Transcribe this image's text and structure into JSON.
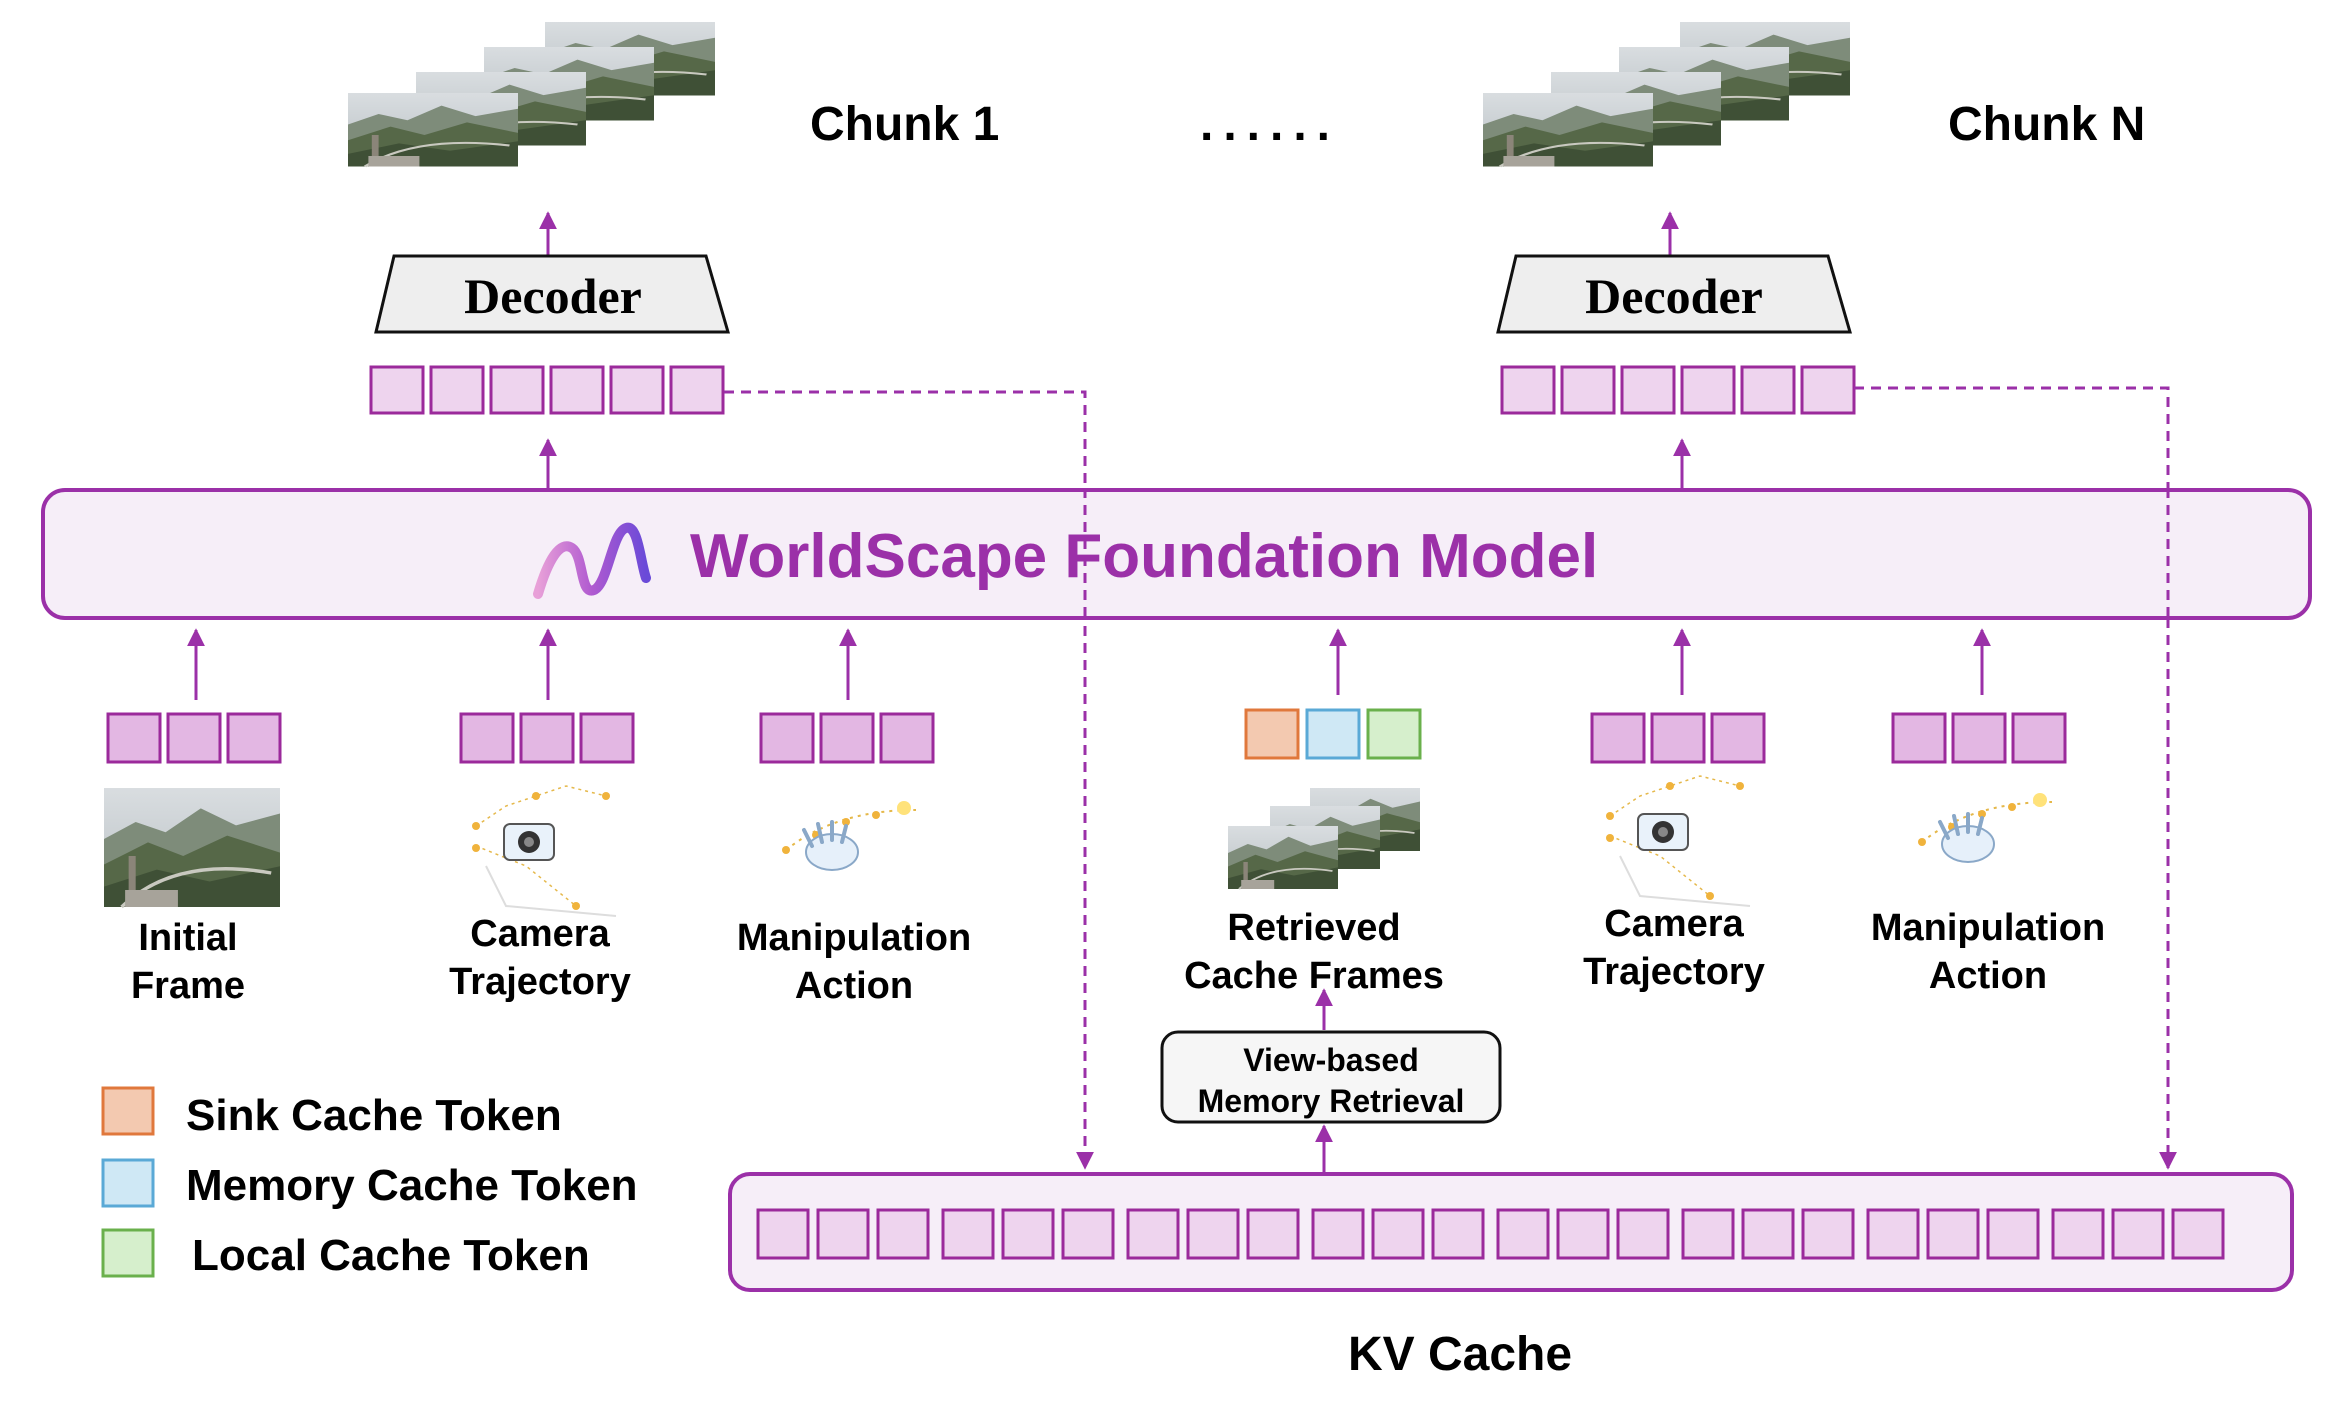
{
  "chunks": [
    {
      "label": "Chunk 1",
      "decoder": "Decoder"
    },
    {
      "label": "Chunk N",
      "decoder": "Decoder"
    }
  ],
  "ellipsis": "......",
  "model": {
    "name": "WorldScape Foundation Model"
  },
  "inputs_left": [
    {
      "line1": "Initial",
      "line2": "Frame",
      "icon": "landscape-frame-icon"
    },
    {
      "line1": "Camera",
      "line2": "Trajectory",
      "icon": "camera-trajectory-icon"
    },
    {
      "line1": "Manipulation",
      "line2": "Action",
      "icon": "hand-action-icon"
    }
  ],
  "inputs_right": [
    {
      "line1": "Retrieved",
      "line2": "Cache Frames",
      "icon": "stacked-frames-icon"
    },
    {
      "line1": "Camera",
      "line2": "Trajectory",
      "icon": "camera-trajectory-icon"
    },
    {
      "line1": "Manipulation",
      "line2": "Action",
      "icon": "hand-action-icon"
    }
  ],
  "retrieval": {
    "line1": "View-based",
    "line2": "Memory Retrieval"
  },
  "legend": [
    {
      "label": "Sink Cache Token",
      "fill": "#f3c9b0",
      "stroke": "#e0783c"
    },
    {
      "label": "Memory Cache Token",
      "fill": "#cfe8f5",
      "stroke": "#5aa9d6"
    },
    {
      "label": "Local Cache Token",
      "fill": "#d6efcc",
      "stroke": "#6ab04c"
    }
  ],
  "kv_cache": {
    "label": "KV Cache",
    "token_count": 24
  },
  "colors": {
    "accent": "#9b30a8",
    "token_fill": "#e3b7e3",
    "token_fill_light": "#eed4ee",
    "token_stroke": "#9b2a9b",
    "model_fill": "#f6eef8"
  }
}
